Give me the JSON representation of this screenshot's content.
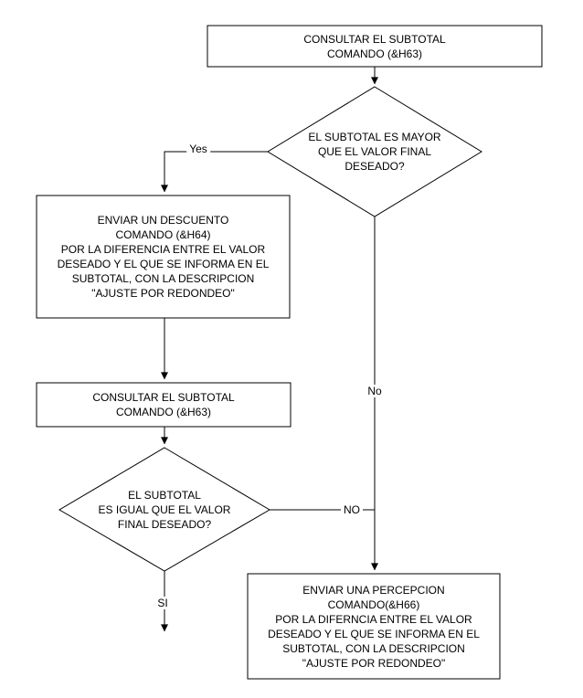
{
  "diagram": {
    "kind": "flowchart",
    "colors": {
      "background": "#ffffff",
      "stroke": "#000000",
      "text": "#000000"
    },
    "nodes": {
      "consultar_subtotal_1": {
        "shape": "process-rect",
        "text": "CONSULTAR EL SUBTOTAL\nCOMANDO (&H63)"
      },
      "decision_subtotal_mayor": {
        "shape": "decision-diamond",
        "text": "EL SUBTOTAL ES MAYOR\nQUE EL VALOR FINAL\nDESEADO?"
      },
      "enviar_descuento": {
        "shape": "process-rect",
        "text": "ENVIAR UN DESCUENTO\nCOMANDO (&H64)\nPOR LA DIFERENCIA ENTRE EL VALOR\nDESEADO Y EL QUE SE INFORMA EN EL\nSUBTOTAL, CON LA DESCRIPCION\n\"AJUSTE POR REDONDEO\""
      },
      "consultar_subtotal_2": {
        "shape": "process-rect",
        "text": "CONSULTAR EL SUBTOTAL\nCOMANDO (&H63)"
      },
      "decision_subtotal_igual": {
        "shape": "decision-diamond",
        "text": "EL SUBTOTAL\nES IGUAL QUE EL VALOR\nFINAL DESEADO?"
      },
      "enviar_percepcion": {
        "shape": "process-rect",
        "text": "ENVIAR UNA PERCEPCION\nCOMANDO(&H66)\nPOR LA DIFERNCIA ENTRE EL VALOR\nDESEADO Y EL QUE SE INFORMA EN EL\nSUBTOTAL, CON LA DESCRIPCION\n\"AJUSTE POR REDONDEO\""
      }
    },
    "edge_labels": {
      "yes": "Yes",
      "no_vertical": "No",
      "no_horizontal": "NO",
      "si": "SI"
    }
  }
}
